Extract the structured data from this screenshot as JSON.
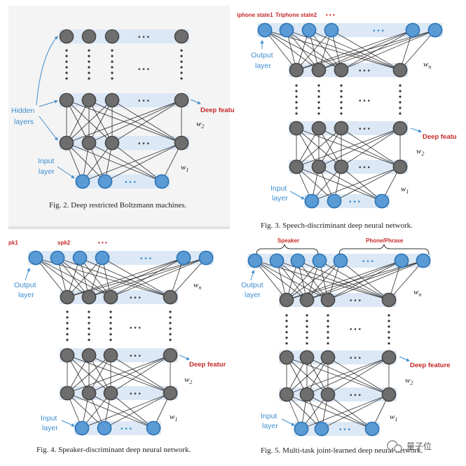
{
  "figures": [
    {
      "id": "fig2",
      "caption": "Fig. 2.  Deep restricted Boltzmann machines.",
      "labels": {
        "hidden": [
          "Hidden",
          "layers"
        ],
        "input": [
          "Input",
          "layer"
        ],
        "deep": "Deep featu",
        "w_top": "w",
        "w_top_sub": "2",
        "w_bottom": "w",
        "w_bottom_sub": "1"
      }
    },
    {
      "id": "fig3",
      "caption": "Fig. 3.  Speech-discriminant deep neural network.",
      "labels": {
        "output": [
          "Output",
          "layer"
        ],
        "input": [
          "Input",
          "layer"
        ],
        "deep": "Deep featu",
        "top_left": "iphone state1",
        "top_mid": "Triphone state2",
        "dots": "• • •",
        "wn": "w",
        "wn_sub": "n",
        "w2": "w",
        "w2_sub": "2",
        "w1": "w",
        "w1_sub": "1"
      }
    },
    {
      "id": "fig4",
      "caption": "Fig. 4.  Speaker-discriminant deep neural network.",
      "labels": {
        "output": [
          "Output",
          "layer"
        ],
        "input": [
          "Input",
          "layer"
        ],
        "deep": "Deep featur",
        "top_left": "pk1",
        "top_mid": "spk2",
        "dots": "• • •",
        "wn": "w",
        "wn_sub": "n",
        "w2": "w",
        "w2_sub": "2",
        "w1": "w",
        "w1_sub": "1"
      }
    },
    {
      "id": "fig5",
      "caption": "Fig. 5.  Multi-task joint-learned deep neural network.",
      "labels": {
        "output": [
          "Output",
          "layer"
        ],
        "input": [
          "Input",
          "layer"
        ],
        "deep": "Deep feature",
        "speaker": "Speaker",
        "phone": "Phone/Phrase",
        "wn": "w",
        "wn_sub": "n",
        "w2": "w",
        "w2_sub": "2",
        "w1": "w",
        "w1_sub": "1"
      }
    }
  ],
  "ellipsis": "• • •",
  "watermark": "量子位",
  "colors": {
    "gray_node": "#6e6e6e",
    "gray_node_stroke": "#4a4a4a",
    "blue_node": "#5b9bd5",
    "blue_node_stroke": "#2e75b6",
    "band": "#dce8f5",
    "edge": "#222222",
    "label_blue": "#3f8fd0",
    "label_red": "#c62828"
  }
}
